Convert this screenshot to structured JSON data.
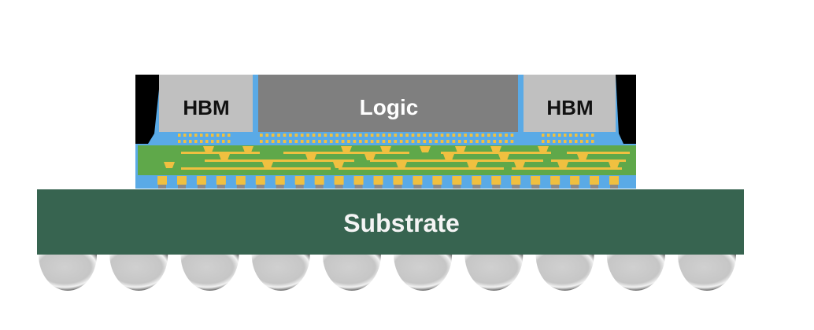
{
  "diagram": {
    "title": "2.5D package cross-section",
    "labels": {
      "hbm_left": "HBM",
      "logic": "Logic",
      "hbm_right": "HBM",
      "substrate": "Substrate"
    },
    "colors": {
      "mold": "#000000",
      "underfill": "#5aaae6",
      "hbm": "#c0c0c0",
      "logic": "#7f7f7f",
      "interposer": "#5fa84a",
      "metal": "#f0c040",
      "substrate": "#376450",
      "ball": "#c8c8c8",
      "bump_cap": "#8a8a8a",
      "text_dark": "#111111",
      "text_light": "#ffffff"
    },
    "counts": {
      "bga_balls": 10,
      "c4_bumps": 24,
      "microbumps_logic": 44,
      "microbumps_hbm": 10
    }
  }
}
